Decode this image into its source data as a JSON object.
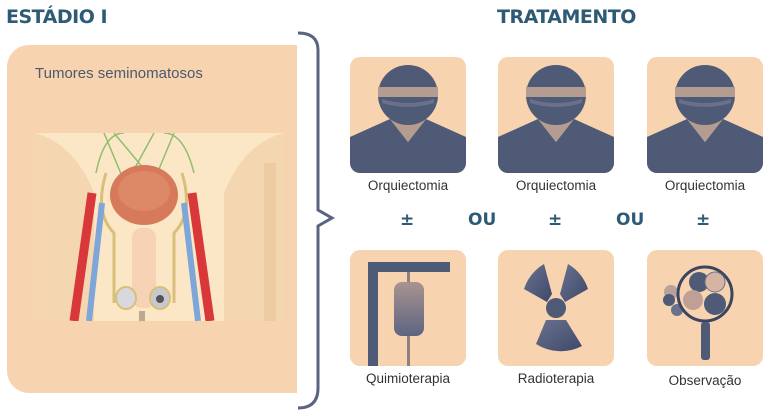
{
  "headings": {
    "left": "ESTÁDIO I",
    "right": "TRATAMENTO"
  },
  "left_panel": {
    "label": "Tumores seminomatosos",
    "illustration": "male-reproductive-anatomy"
  },
  "treatments_top": [
    {
      "label": "Orquiectomia",
      "icon": "surgeon-icon"
    },
    {
      "label": "Orquiectomia",
      "icon": "surgeon-icon"
    },
    {
      "label": "Orquiectomia",
      "icon": "surgeon-icon"
    }
  ],
  "operators": [
    "±",
    "OU",
    "±",
    "OU",
    "±"
  ],
  "treatments_bottom": [
    {
      "label": "Quimioterapia",
      "icon": "iv-drip-icon"
    },
    {
      "label": "Radioterapia",
      "icon": "radiation-icon"
    },
    {
      "label": "Observação",
      "icon": "magnifier-icon"
    }
  ],
  "colors": {
    "heading": "#2d5a74",
    "card_bg": "#f8d3b0",
    "icon_dark": "#4e5a76",
    "brace": "#5a6480"
  }
}
